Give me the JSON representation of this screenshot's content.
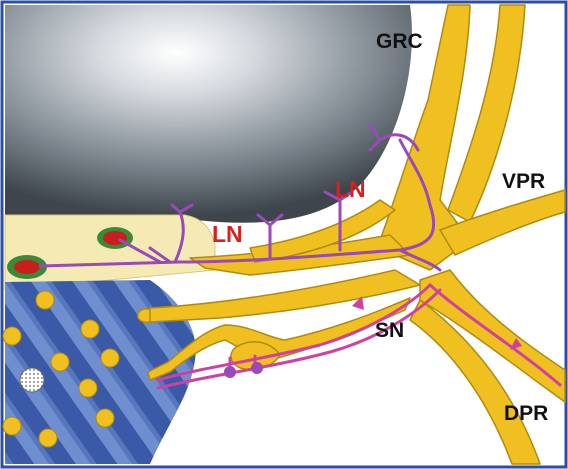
{
  "labels": {
    "grc": "GRC",
    "vpr": "VPR",
    "ln_upper": "LN",
    "ln_lower": "LN",
    "sn": "SN",
    "dpr": "DPR"
  },
  "colors": {
    "frame": "#2a4fa8",
    "nerve": "#f0c020",
    "nerve_edge": "#b08a10",
    "fiber": "#9a4ab8",
    "fiber_pink": "#d040a0",
    "dark_label": "#111111",
    "red_label": "#d8201e",
    "tissue": "#f6eab4",
    "sphere_dark": "#505860",
    "sphere_light": "#f4f6f8",
    "blue_tissue": "#3a5aa8",
    "cell_red": "#c81e1e",
    "cell_ring": "#3a8a3a"
  }
}
